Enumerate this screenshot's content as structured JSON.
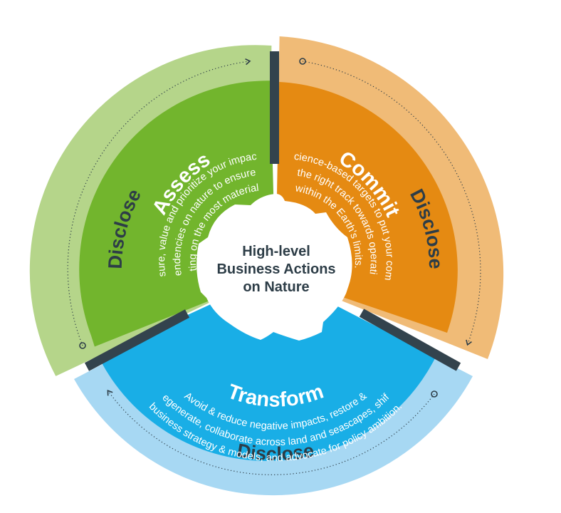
{
  "center": {
    "lines": [
      "High-level",
      "Business Actions",
      "on Nature"
    ]
  },
  "segments": {
    "assess": {
      "title": "Assess",
      "body": [
        "Measure, value and prioritize your impacts &",
        "dependencies on nature to ensure you",
        "are acting on the most material ones."
      ],
      "disclose": "Disclose",
      "colors": {
        "outer": "#b5d58a",
        "inner": "#72b52d"
      }
    },
    "commit": {
      "title": "Commit",
      "body": [
        "Set science-based targets to put your company",
        "on the right track towards operating",
        "within the Earth's limits."
      ],
      "disclose": "Disclose",
      "colors": {
        "outer": "#f0bb77",
        "inner": "#e58a12"
      }
    },
    "transform": {
      "title": "Transform",
      "body": [
        "Avoid & reduce negative impacts, restore &",
        "regenerate, collaborate across land and seascapes, shift",
        "business strategy & models, and advocate for policy ambition."
      ],
      "disclose": "Disclose",
      "colors": {
        "outer": "#a7d8f3",
        "inner": "#19aee6"
      }
    }
  },
  "separator_color": "#33434d"
}
